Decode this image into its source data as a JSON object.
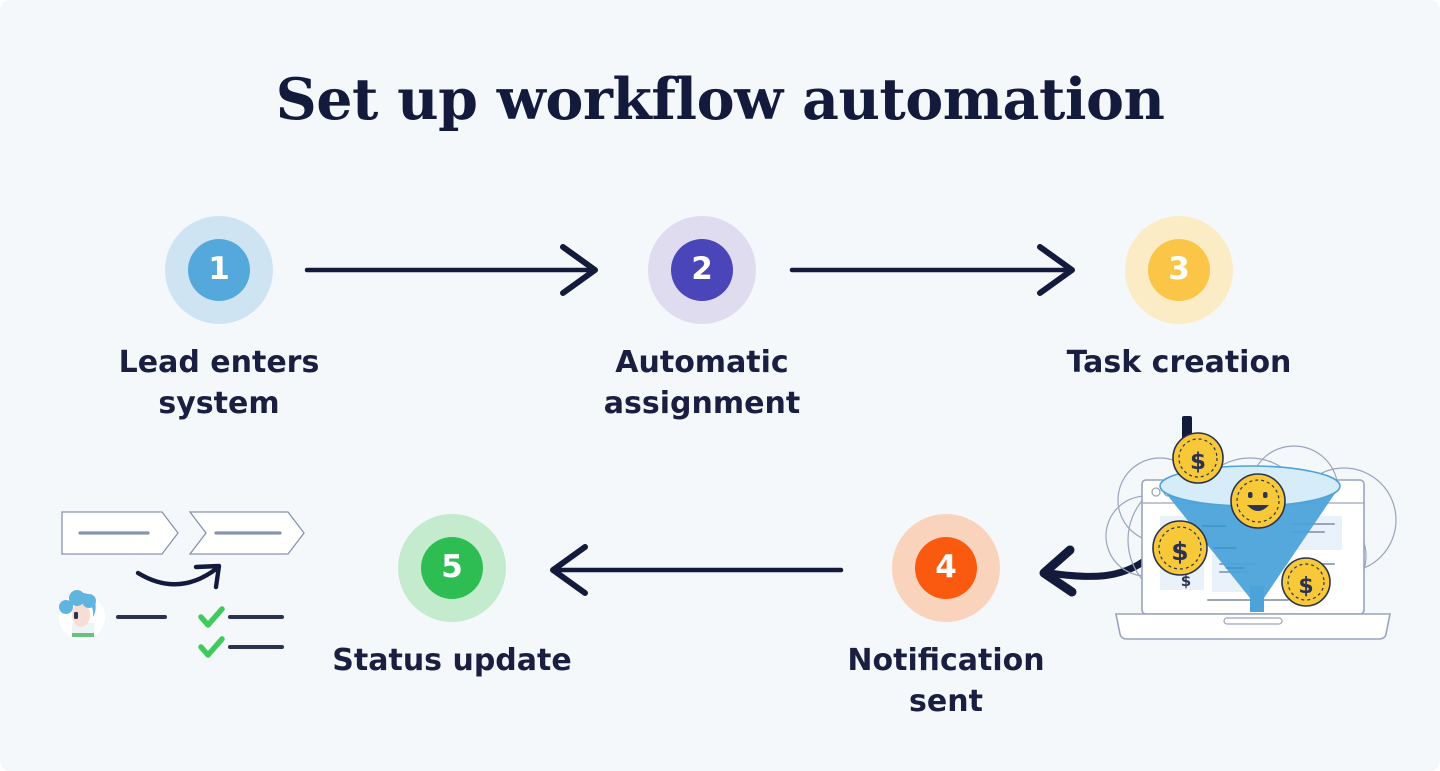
{
  "page": {
    "background_color": "#f4f8fb",
    "title": "Set up workflow automation",
    "title_color": "#131a3c"
  },
  "flow": {
    "steps": [
      {
        "number": "1",
        "label_line1": "Lead enters",
        "label_line2": "system",
        "halo_color": "#cfe4f3",
        "disc_color": "#55a8dc",
        "number_color": "#ffffff"
      },
      {
        "number": "2",
        "label_line1": "Automatic",
        "label_line2": "assignment",
        "halo_color": "#dfdcef",
        "disc_color": "#4a45b8",
        "number_color": "#ffffff"
      },
      {
        "number": "3",
        "label_line1": "Task creation",
        "label_line2": "",
        "halo_color": "#fbecc5",
        "disc_color": "#fbc547",
        "number_color": "#ffffff"
      },
      {
        "number": "4",
        "label_line1": "Notification sent",
        "label_line2": "",
        "halo_color": "#fad3bd",
        "disc_color": "#fa5a10",
        "number_color": "#ffffff"
      },
      {
        "number": "5",
        "label_line1": "Status update",
        "label_line2": "",
        "halo_color": "#c5ebce",
        "disc_color": "#2ebd53",
        "number_color": "#ffffff"
      }
    ],
    "connectors": [
      {
        "name": "arrow-step1-to-step2",
        "direction": "right"
      },
      {
        "name": "arrow-step2-to-step3",
        "direction": "right"
      },
      {
        "name": "arrow-step3-to-step4",
        "direction": "left-curved"
      },
      {
        "name": "arrow-step4-to-step5",
        "direction": "left"
      }
    ],
    "arrow_color": "#141a3c"
  },
  "illustrations": {
    "workflow_checklist": {
      "name": "workflow-checklist-illustration",
      "checkmark_color": "#3ecb5c",
      "banner_stroke": "#8a93ad",
      "line_color": "#2b3350",
      "avatar_hair_color": "#62b4e0"
    },
    "lead_funnel": {
      "name": "laptop-funnel-illustration",
      "funnel_color": "#4ca3da",
      "funnel_top_color": "#d6ecf8",
      "coin_color": "#f7c838",
      "coin_symbol": "$",
      "smiley_coin": "happy-face",
      "laptop_stroke": "#9aa4bd"
    }
  }
}
